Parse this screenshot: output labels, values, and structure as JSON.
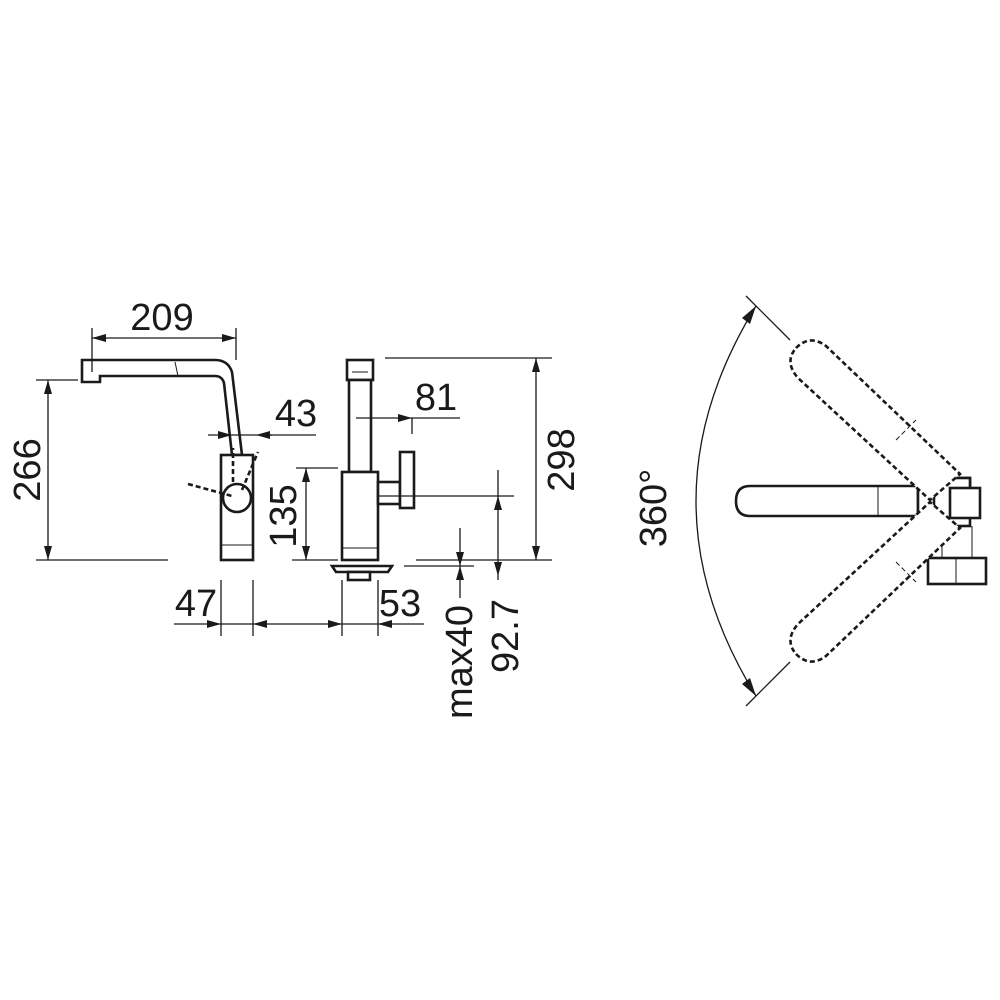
{
  "dimensions": {
    "spout_reach": "209",
    "total_height": "266",
    "lever_offset": "43",
    "base_to_lever": "135",
    "lever_reach": "81",
    "max_height": "298",
    "lever_base_offset": "47",
    "base_width": "53",
    "counter_thickness": "max40",
    "offset_side": "92.7",
    "swivel_angle": "360°"
  },
  "colors": {
    "line": "#1a1a1a",
    "background": "#ffffff"
  }
}
